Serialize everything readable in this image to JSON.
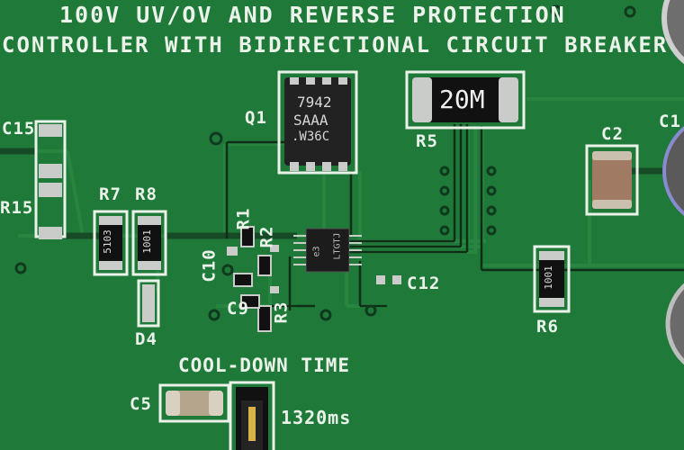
{
  "title_line1": "100V UV/OV AND REVERSE PROTECTION",
  "title_line2": "CONTROLLER WITH BIDIRECTIONAL CIRCUIT BREAKER",
  "section_label": "COOL-DOWN TIME",
  "timing_label": "1320ms",
  "refs": {
    "c15": "C15",
    "r15": "R15",
    "r7": "R7",
    "r8": "R8",
    "d4": "D4",
    "q1": "Q1",
    "r1": "R1",
    "r2": "R2",
    "r3": "R3",
    "c10": "C10",
    "c9": "C9",
    "r5": "R5",
    "c12": "C12",
    "c2": "C2",
    "c1": "C1",
    "r6": "R6",
    "c5": "C5"
  },
  "markings": {
    "q1_line1": "7942",
    "q1_line2": "SAAA",
    "q1_line3": ".W36C",
    "r5_value": "20M",
    "r7_code": "5103",
    "r8_code": "1001",
    "r6_code": "1001",
    "ic_line1": "LTGTJ",
    "ic_line2": "e3"
  },
  "colors": {
    "board": "#1f7a3a",
    "trace": "#247f3f",
    "silkscreen": "#eaf2ea",
    "pad": "#c9ccc9",
    "component_body": "#1c1c1c",
    "capacitor_body": "#a07a62"
  }
}
